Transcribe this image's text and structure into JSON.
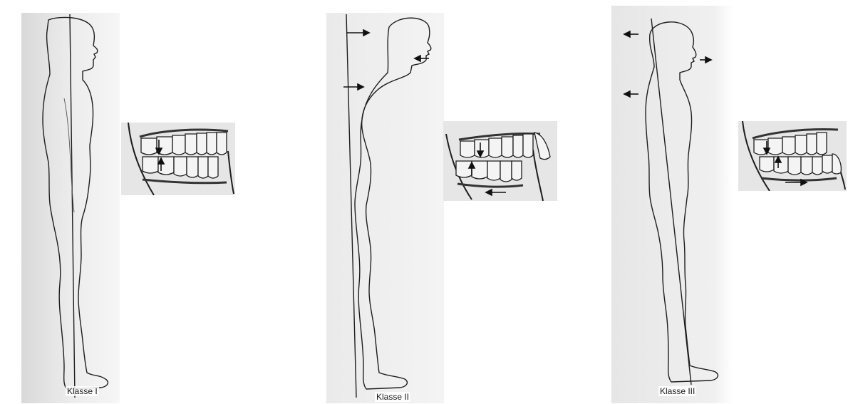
{
  "figures": [
    {
      "id": "klasse-1",
      "label": "Klasse I",
      "bite": "normal"
    },
    {
      "id": "klasse-2",
      "label": "Klasse II",
      "bite": "retrognathic"
    },
    {
      "id": "klasse-3",
      "label": "Klasse III",
      "bite": "prognathic"
    }
  ],
  "colors": {
    "paper": "#ebebeb",
    "paper_light": "#f3f3f3",
    "line": "#1e1e1e",
    "bleed_text": "#b9b9b9"
  }
}
